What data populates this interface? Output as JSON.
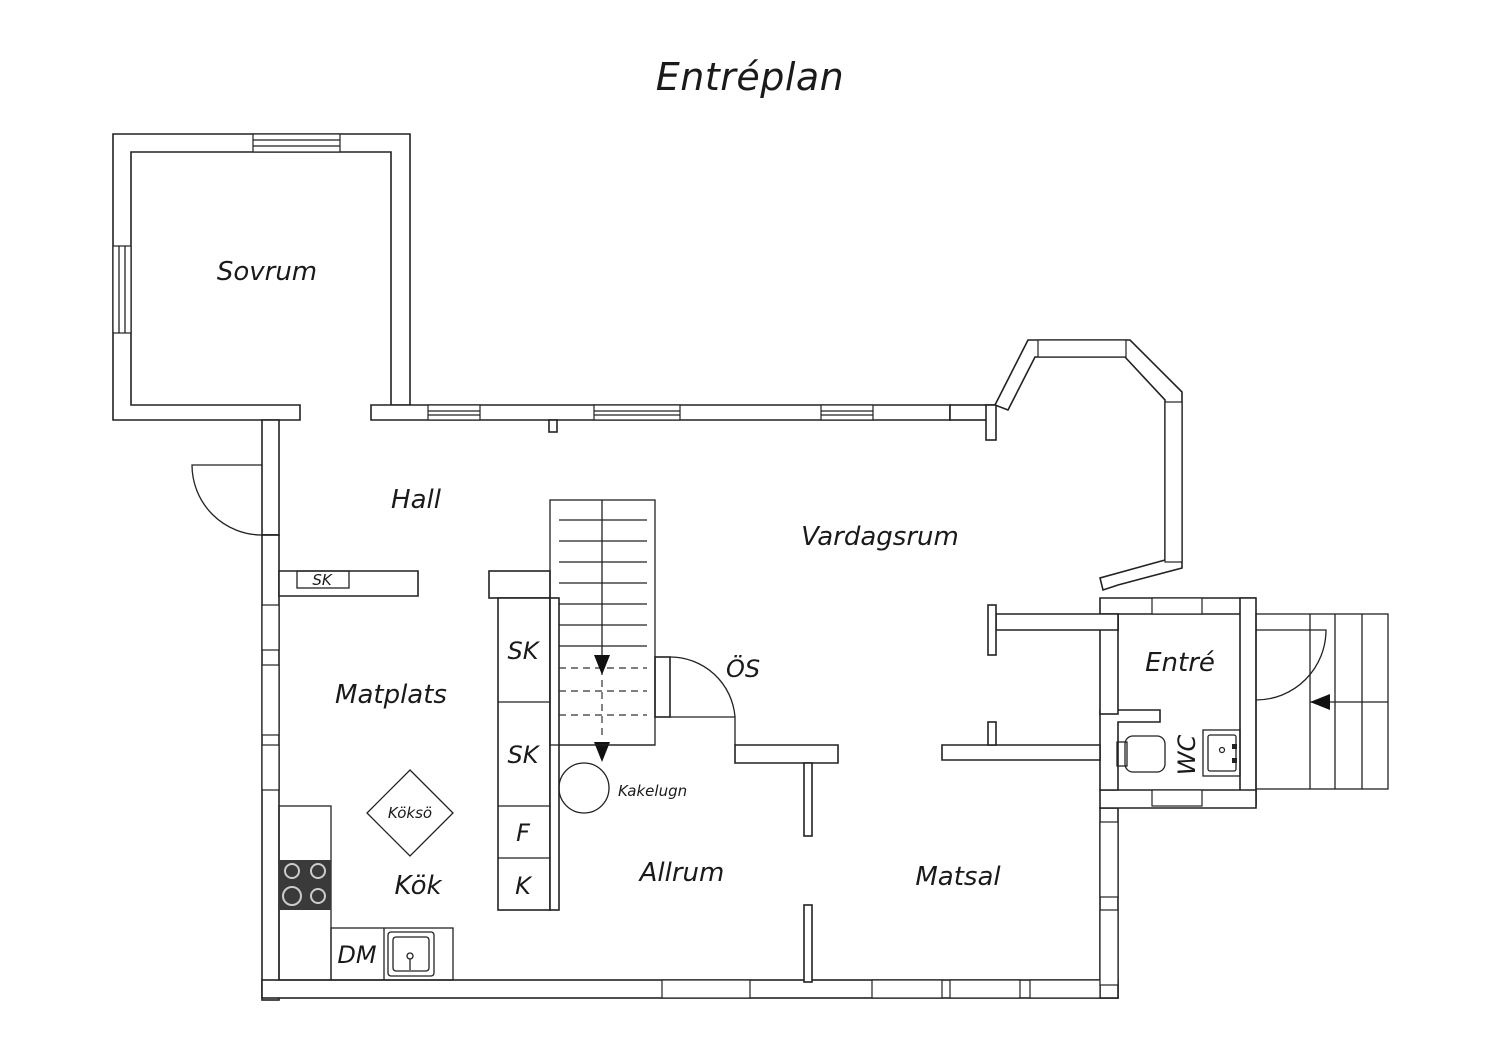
{
  "title": "Entréplan",
  "rooms": {
    "sovrum": "Sovrum",
    "hall": "Hall",
    "vardagsrum": "Vardagsrum",
    "matplats": "Matplats",
    "kok": "Kök",
    "allrum": "Allrum",
    "matsal": "Matsal",
    "entre": "Entré",
    "wc": "WC",
    "os": "ÖS"
  },
  "fixtures": {
    "sk_hall": "SK",
    "sk_1": "SK",
    "sk_2": "SK",
    "f": "F",
    "k": "K",
    "dm": "DM",
    "koksö": "Köksö",
    "kakelugn": "Kakelugn"
  }
}
